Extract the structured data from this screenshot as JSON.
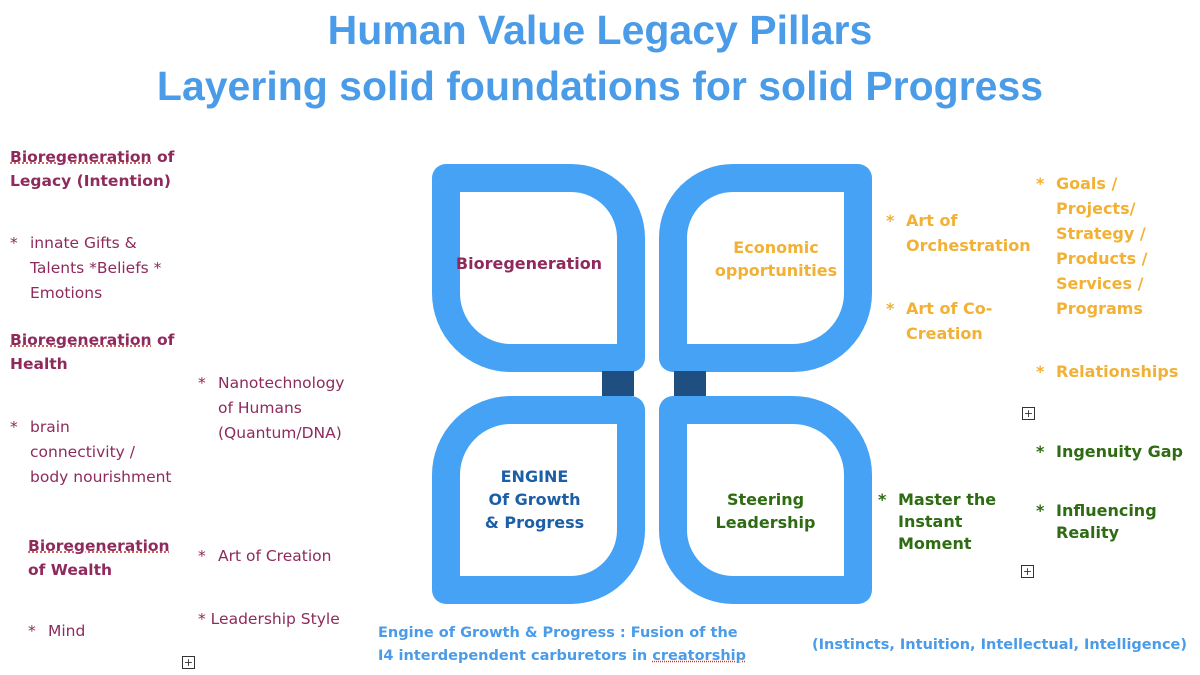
{
  "title": {
    "line1": "Human Value Legacy Pillars",
    "line2": "Layering solid foundations for solid Progress"
  },
  "left": {
    "legacy_heading_word": "Bioregeneration",
    "legacy_heading_rest": " of",
    "legacy_heading_line2": "Legacy (Intention)",
    "legacy_bullet_l1": "innate Gifts &",
    "legacy_bullet_l2": "Talents *Beliefs *",
    "legacy_bullet_l3": "Emotions",
    "health_heading_word": "Bioregeneration",
    "health_heading_rest": " of",
    "health_heading_line2": "Health",
    "health_bullet_l1": "brain",
    "health_bullet_l2": "connectivity /",
    "health_bullet_l3": "body nourishment",
    "nano_l1": "Nanotechnology",
    "nano_l2": "of Humans",
    "nano_l3": "(Quantum/DNA)",
    "wealth_heading_word": "Bioregeneration",
    "wealth_heading_line2": "of Wealth",
    "art_creation": "Art of Creation",
    "leadership_style": "* Leadership Style",
    "mind": "Mind",
    "bullet": "*"
  },
  "diagram": {
    "top_left": "Bioregeneration",
    "top_right_l1": "Economic",
    "top_right_l2": "opportunities",
    "bottom_left_l1": "ENGINE",
    "bottom_left_l2": "Of Growth",
    "bottom_left_l3": "& Progress",
    "bottom_right_l1": "Steering",
    "bottom_right_l2": "Leadership"
  },
  "right": {
    "orchestration_l1": "Art of",
    "orchestration_l2": "Orchestration",
    "cocreation_l1": "Art of Co-",
    "cocreation_l2": "Creation",
    "goals_l1": "Goals /",
    "goals_l2": "Projects/",
    "goals_l3": "Strategy /",
    "goals_l4": "Products /",
    "goals_l5": "Services /",
    "goals_l6": "Programs",
    "relationships": "Relationships",
    "ingenuity_gap": "Ingenuity Gap",
    "influencing_l1": "Influencing",
    "influencing_l2": "Reality",
    "master_l1": "Master the",
    "master_l2": "Instant",
    "master_l3": "Moment",
    "bullet": "*"
  },
  "footer": {
    "engine_note_l1": "Engine of Growth & Progress : Fusion of the",
    "engine_note_l2_a": "I4 interdependent carburetors in ",
    "engine_note_l2_b": "creatorship",
    "instincts": "(Instincts, Intuition, Intellectual, Intelligence)"
  },
  "expand_glyph": "+",
  "colors": {
    "title_blue": "#4a9be8",
    "diagram_blue": "#45a2f5",
    "connector_navy": "#1f4e80",
    "purple": "#8e2a5c",
    "orange": "#f2b134",
    "green": "#2e6b12",
    "engine_blue": "#1d5fa6"
  }
}
